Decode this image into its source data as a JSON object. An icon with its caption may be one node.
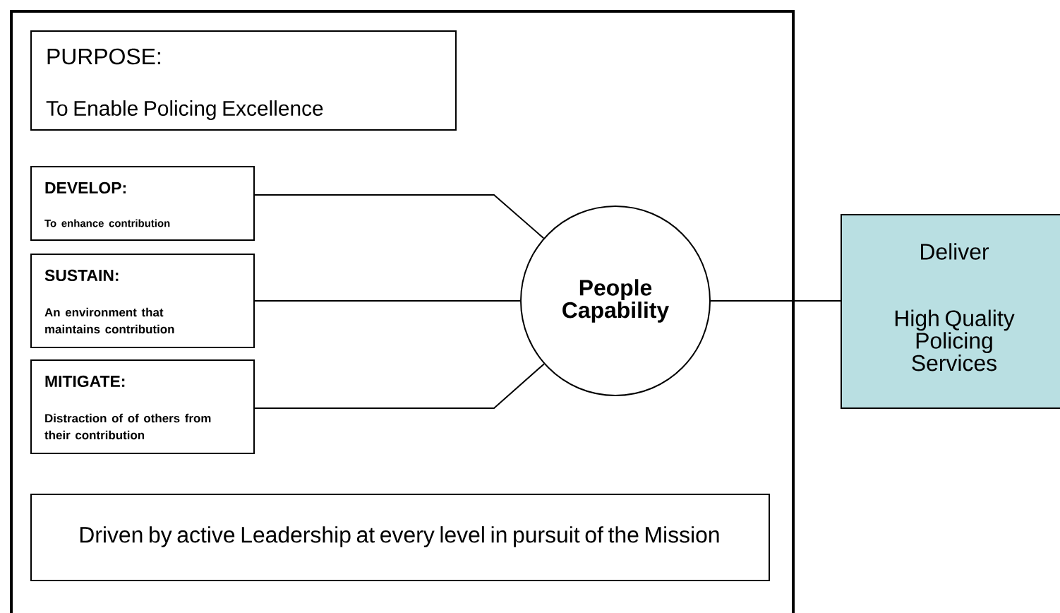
{
  "diagram": {
    "nodes": [
      {
        "text": [],
        "shape": "box"
      },
      {
        "text": [
          "PURPOSE:",
          "To Enable Policing Excellence"
        ],
        "in": 0
      },
      {
        "text": [
          "DEVELOP:",
          "To enhance contribution"
        ],
        "in": 0
      },
      {
        "text": [
          "SUSTAIN:",
          "An environment that maintains contribution"
        ],
        "in": 0
      },
      {
        "text": [
          "MITIGATE:",
          "Distraction of of others from their contribution"
        ],
        "in": 0
      },
      {
        "text": [
          "People Capability"
        ],
        "in": 0
      },
      {
        "text": [
          "Deliver",
          "High Quality Policing Services"
        ]
      },
      {
        "text": [
          "Driven by active Leadership at every level in pursuit of the Mission"
        ],
        "in": 0
      }
    ],
    "edges": [
      {
        "from": 2,
        "to": 5,
        "arrow": "none"
      },
      {
        "from": 3,
        "to": 5,
        "arrow": "none"
      },
      {
        "from": 4,
        "to": 5,
        "arrow": "none"
      },
      {
        "from": 5,
        "to": 6,
        "arrow": "none"
      }
    ]
  }
}
